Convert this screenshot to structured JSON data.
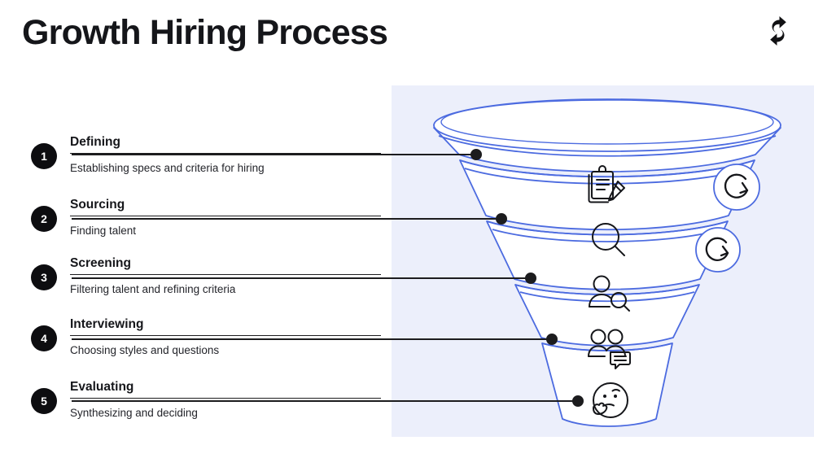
{
  "header": {
    "title": "Growth Hiring Process",
    "logo_icon": "double-swoosh-logo"
  },
  "steps": [
    {
      "number": "1",
      "title": "Defining",
      "description": "Establishing specs and criteria for hiring",
      "icon": "clipboard-pencil-icon"
    },
    {
      "number": "2",
      "title": "Sourcing",
      "description": "Finding talent",
      "icon": "magnifying-glass-icon"
    },
    {
      "number": "3",
      "title": "Screening",
      "description": "Filtering talent and refining criteria",
      "icon": "person-search-icon"
    },
    {
      "number": "4",
      "title": "Interviewing",
      "description": "Choosing styles and questions",
      "icon": "two-people-chat-icon"
    },
    {
      "number": "5",
      "title": "Evaluating",
      "description": "Synthesizing and deciding",
      "icon": "thinking-face-icon"
    }
  ],
  "funnel": {
    "loop_badges": [
      {
        "icon": "refresh-loop-icon",
        "between": "1-2"
      },
      {
        "icon": "refresh-loop-icon",
        "between": "2-3"
      }
    ]
  },
  "colors": {
    "panel_background": "#ECEFFB",
    "funnel_stroke": "#4C6BE0",
    "funnel_fill": "#FFFFFF",
    "badge_background": "#0D0D10",
    "badge_text": "#FFFFFF",
    "text_primary": "#15161A",
    "connector_line": "#1C1C1E",
    "icon_stroke": "#15161A"
  }
}
